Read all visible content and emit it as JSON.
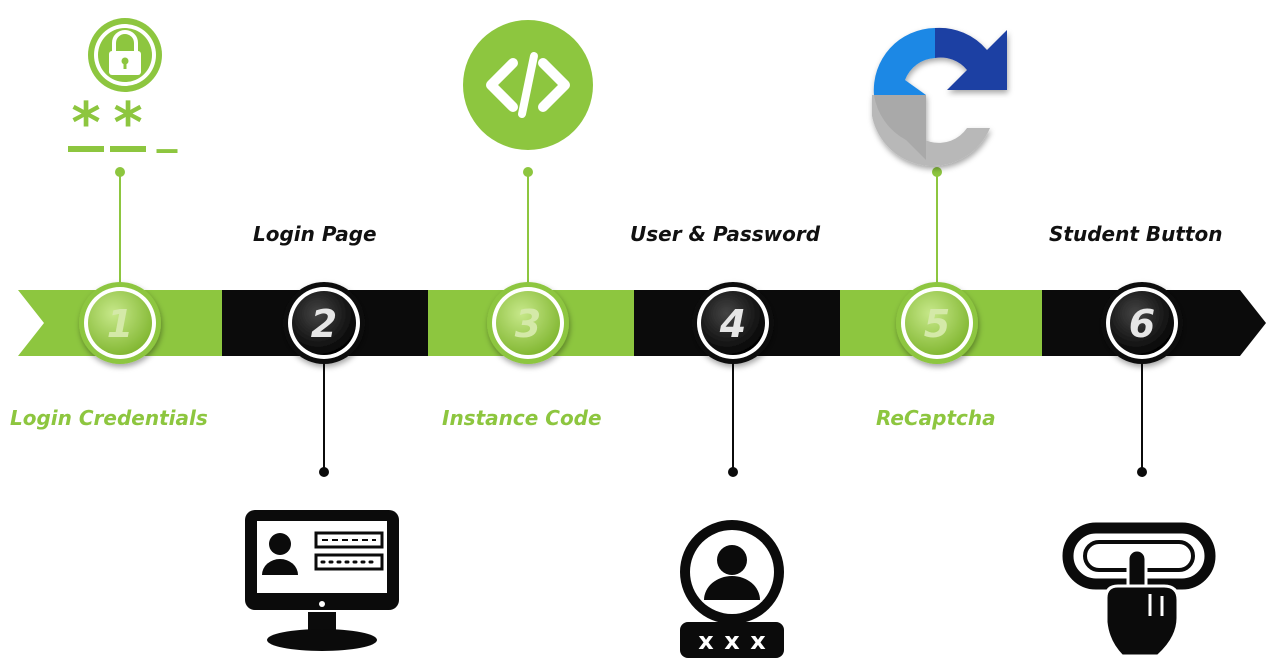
{
  "colors": {
    "green": "#8dc63f",
    "dark": "#0b0b0b",
    "grey": "#b8b8b8",
    "google_blue": "#1e88e5",
    "google_dark_blue": "#1f3fa3"
  },
  "steps": [
    {
      "number": "1",
      "label": "Login Credentials",
      "icon": "password-lock-icon"
    },
    {
      "number": "2",
      "label": "Login Page",
      "icon": "computer-login-icon"
    },
    {
      "number": "3",
      "label": "Instance Code",
      "icon": "code-icon"
    },
    {
      "number": "4",
      "label": "User & Password",
      "icon": "user-password-icon"
    },
    {
      "number": "5",
      "label": "ReCaptcha",
      "icon": "recaptcha-icon"
    },
    {
      "number": "6",
      "label": "Student Button",
      "icon": "button-press-icon"
    }
  ],
  "icons": {
    "password_mask": [
      "*",
      "*",
      "_"
    ],
    "user_password_mask": [
      "x",
      "x",
      "x"
    ]
  }
}
